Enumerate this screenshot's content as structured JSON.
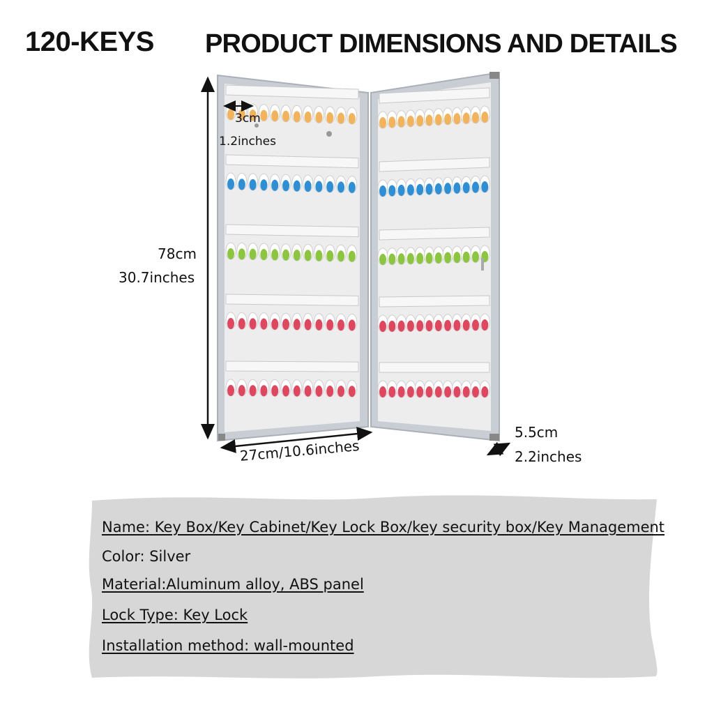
{
  "header": {
    "keys_label": "120-KEYS",
    "title": "PRODUCT DIMENSIONS AND DETAILS"
  },
  "dimensions": {
    "spacing_cm": "3cm",
    "spacing_in": "1.2inches",
    "height_cm": "78cm",
    "height_in": "30.7inches",
    "width": "27cm/10.6inches",
    "depth_cm": "5.5cm",
    "depth_in": "2.2inches"
  },
  "specs": {
    "name": "Name: Key Box/Key Cabinet/Key Lock Box/key security box/Key Management",
    "color": "Color: Silver",
    "material": "Material:Aluminum alloy, ABS panel",
    "lock_type": "Lock Type: Key Lock",
    "installation": "Installation method: wall-mounted"
  },
  "colors": {
    "tag_row_1": "#f2b35a",
    "tag_row_2": "#2d8fd6",
    "tag_row_3": "#8cc63f",
    "tag_row_4": "#e0475f",
    "tag_row_5": "#e0475f",
    "frame": "#c9ced4",
    "panel": "#ededee",
    "spec_banner": "#d7d7d7"
  }
}
